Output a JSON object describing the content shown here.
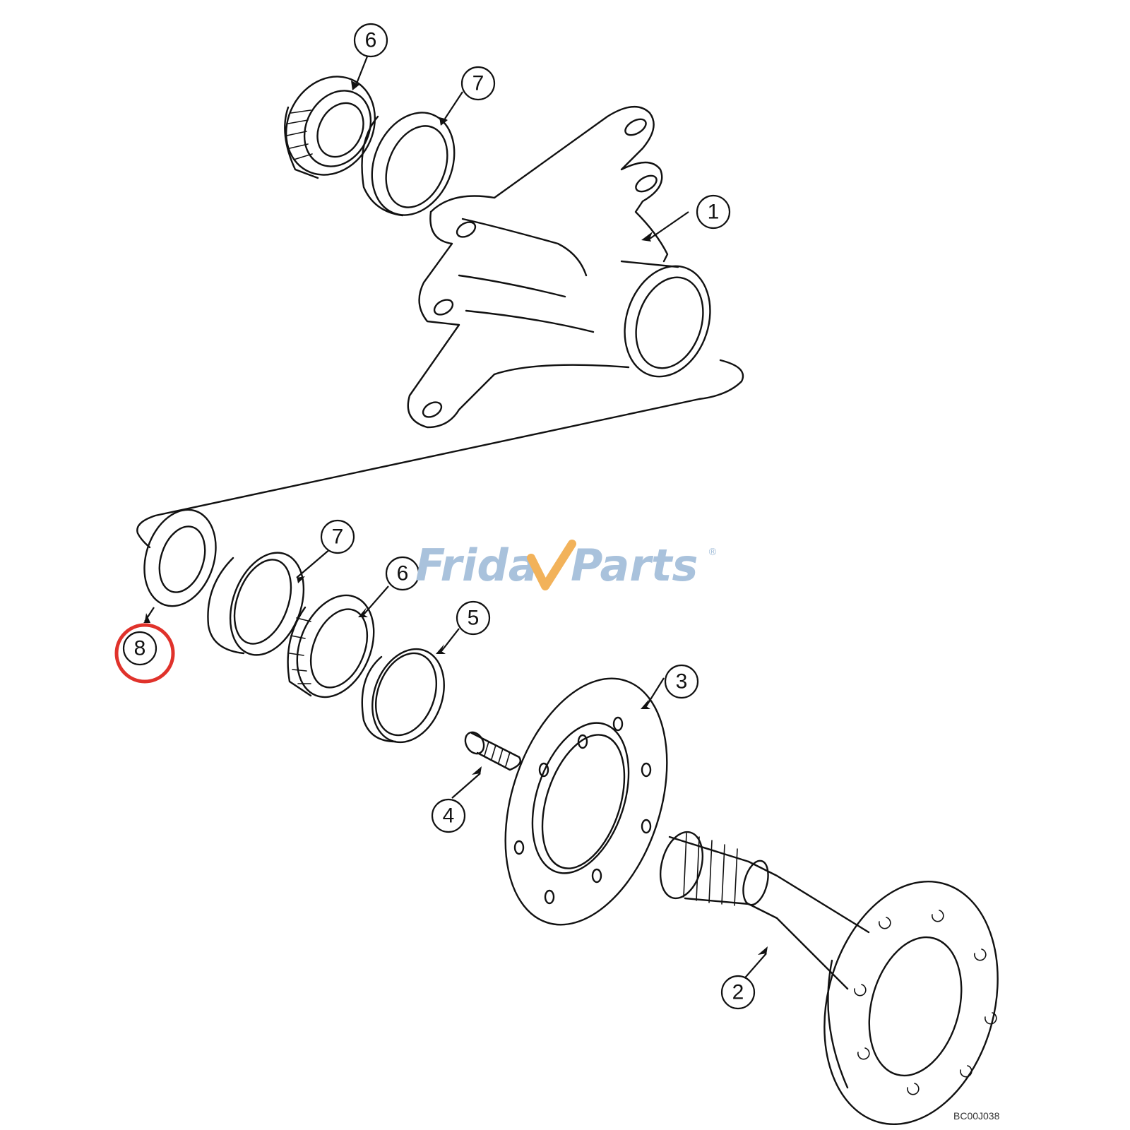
{
  "callouts": [
    {
      "id": "c1",
      "label": "1"
    },
    {
      "id": "c2",
      "label": "2"
    },
    {
      "id": "c3",
      "label": "3"
    },
    {
      "id": "c4",
      "label": "4"
    },
    {
      "id": "c5",
      "label": "5"
    },
    {
      "id": "c6a",
      "label": "6"
    },
    {
      "id": "c6b",
      "label": "6"
    },
    {
      "id": "c7a",
      "label": "7"
    },
    {
      "id": "c7b",
      "label": "7"
    },
    {
      "id": "c8",
      "label": "8"
    }
  ],
  "highlight": {
    "target": "8",
    "color": "#e0322b"
  },
  "watermark": {
    "text": "FridayParts",
    "mark": "®",
    "color_friday": "#a9c2dc",
    "color_accent": "#f2b25a"
  },
  "reference_code": "BC00J038"
}
